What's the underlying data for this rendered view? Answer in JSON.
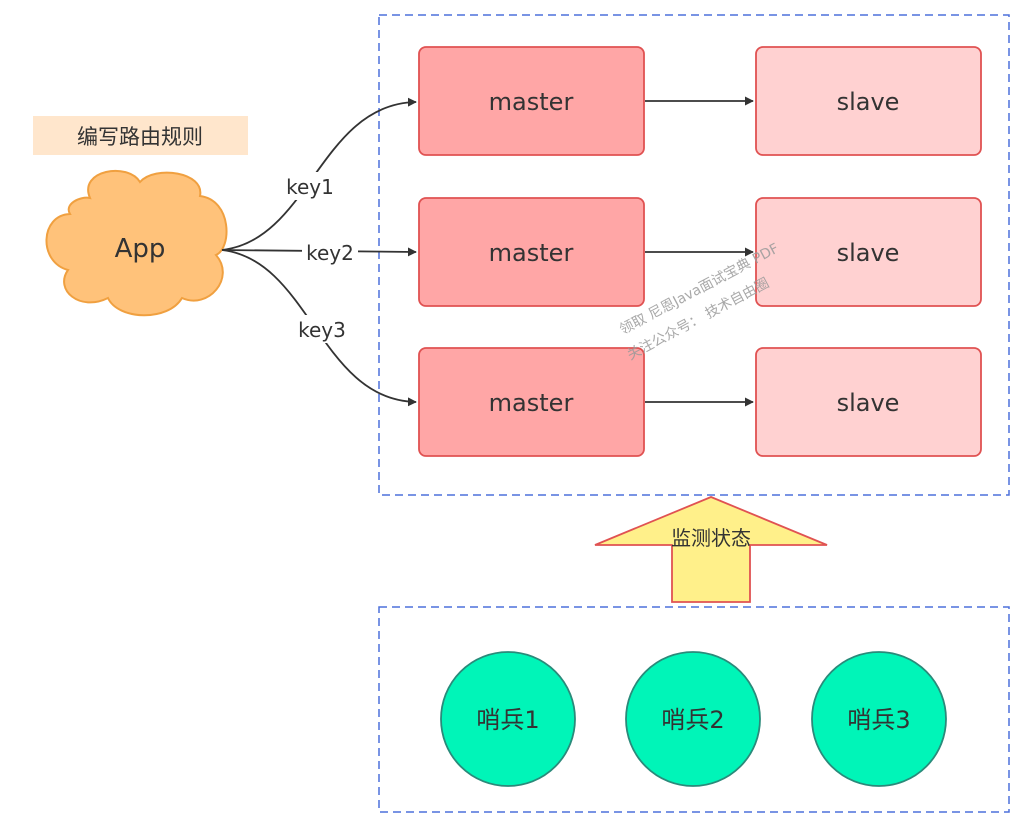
{
  "rule_note": "编写路由规则",
  "client": {
    "label": "App"
  },
  "routes": [
    {
      "key": "key1"
    },
    {
      "key": "key2"
    },
    {
      "key": "key3"
    }
  ],
  "cluster": {
    "rows": [
      {
        "master": "master",
        "slave": "slave"
      },
      {
        "master": "master",
        "slave": "slave"
      },
      {
        "master": "master",
        "slave": "slave"
      }
    ]
  },
  "monitor": {
    "label": "监测状态"
  },
  "sentinels": [
    {
      "label": "哨兵1"
    },
    {
      "label": "哨兵2"
    },
    {
      "label": "哨兵3"
    }
  ],
  "watermark": {
    "line1": "领取 尼恩Java面试宝典 PDF",
    "line2": "关注公众号： 技术自由圈"
  },
  "colors": {
    "master_fill": "#ffa6a6",
    "slave_fill": "#ffd1d1",
    "node_stroke": "#e05252",
    "group_border": "#4d70db",
    "cloud_fill": "#ffc27a",
    "cloud_stroke": "#f0a040",
    "note_fill": "#ffe6cc",
    "arrow_fill": "#fff08a",
    "sentinel_fill": "#00f5b8",
    "sentinel_stroke": "#2a8a7a"
  }
}
